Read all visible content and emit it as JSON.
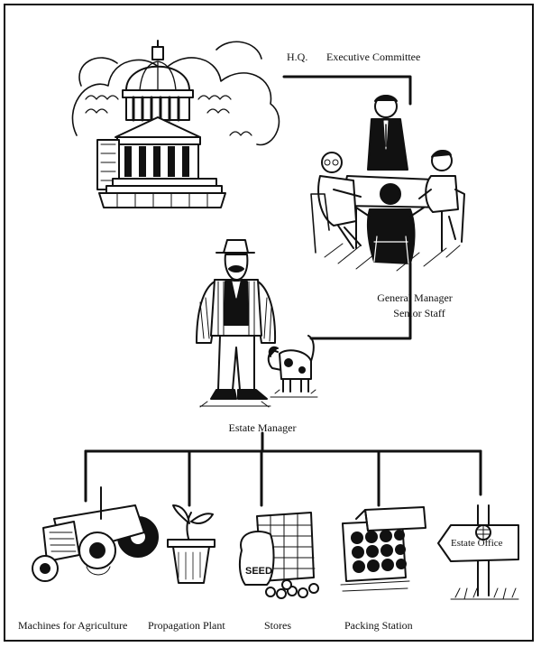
{
  "labels": {
    "hq": "H.Q.",
    "executive_committee": "Executive Committee",
    "general_manager": "General Manager",
    "senior_staff": "Senior Staff",
    "estate_manager": "Estate Manager",
    "machines": "Machines for Agriculture",
    "propagation": "Propagation  Plant",
    "stores": "Stores",
    "packing": "Packing Station",
    "estate_office": "Estate Office",
    "seed_bag": "SEED"
  },
  "colors": {
    "ink": "#111111",
    "paper": "#ffffff"
  }
}
